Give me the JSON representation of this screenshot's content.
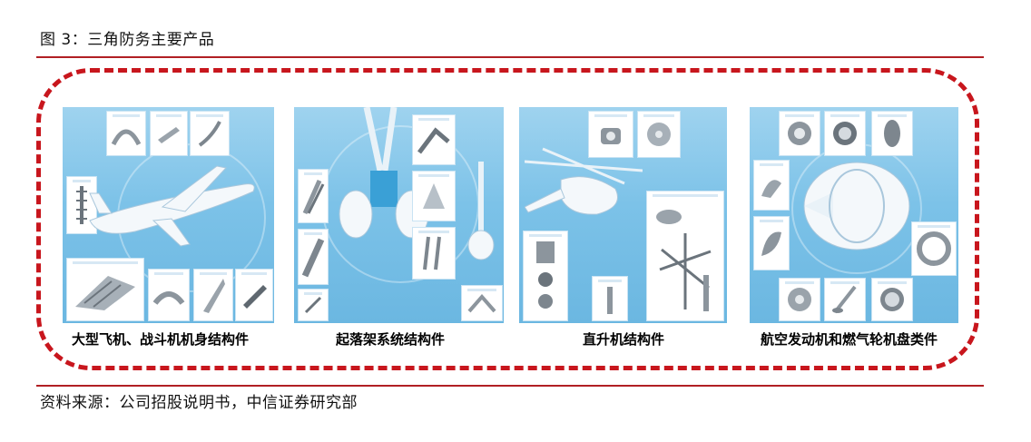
{
  "figure": {
    "title": "图 3：三角防务主要产品",
    "source": "资料来源：公司招股说明书，中信证券研究部"
  },
  "colors": {
    "accent_red": "#c8161d",
    "rule_red": "#b11f24",
    "panel_blue": "#7cc2e8"
  },
  "panels": [
    {
      "caption": "大型飞机、战斗机机身结构件",
      "illustration": "airplane-fuselage-parts"
    },
    {
      "caption": "起落架系统结构件",
      "illustration": "landing-gear-parts"
    },
    {
      "caption": "直升机结构件",
      "illustration": "helicopter-parts"
    },
    {
      "caption": "航空发动机和燃气轮机盘类件",
      "illustration": "turbine-engine-discs"
    }
  ]
}
